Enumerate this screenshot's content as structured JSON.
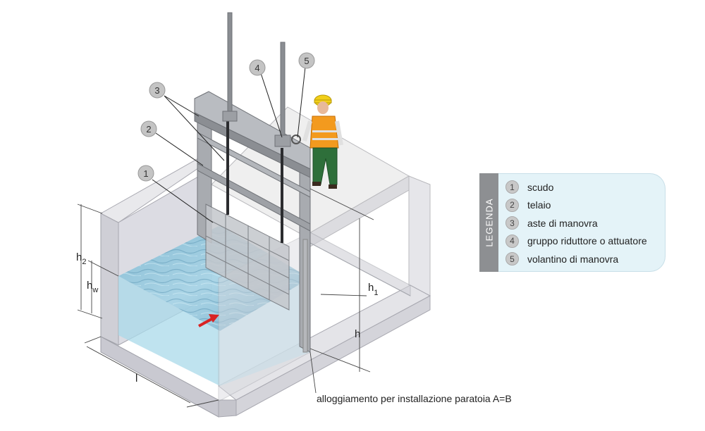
{
  "diagram": {
    "callouts": [
      "1",
      "2",
      "3",
      "4",
      "5"
    ],
    "dimensions": {
      "h2": {
        "main": "h",
        "sub": "2"
      },
      "hw": {
        "main": "h",
        "sub": "w"
      },
      "h1": {
        "main": "h",
        "sub": "1"
      },
      "h": "h",
      "l": "l"
    },
    "caption": "alloggiamento per installazione paratoia A=B",
    "colors": {
      "water": "#a9d9ea",
      "concrete": "#e3e3e6",
      "frame": "#9a9da2",
      "arrow": "#d92323",
      "vest": "#f39a1e",
      "helmet": "#f2cf19"
    }
  },
  "legend": {
    "title": "LEGENDA",
    "items": [
      {
        "num": "1",
        "label": "scudo"
      },
      {
        "num": "2",
        "label": "telaio"
      },
      {
        "num": "3",
        "label": "aste di manovra"
      },
      {
        "num": "4",
        "label": "gruppo riduttore o attuatore"
      },
      {
        "num": "5",
        "label": "volantino di manovra"
      }
    ]
  }
}
